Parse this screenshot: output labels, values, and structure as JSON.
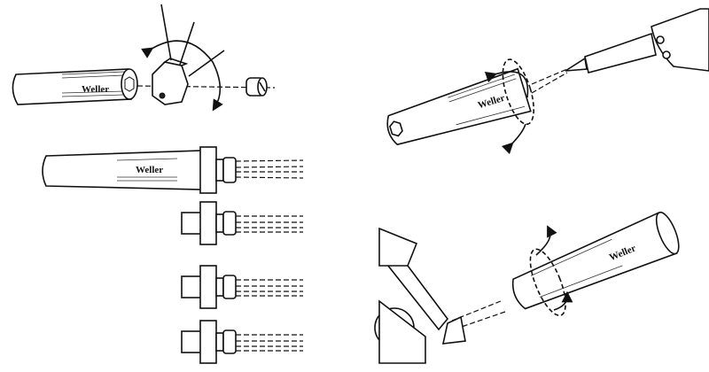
{
  "figures": [
    {
      "id": "disassembly",
      "brand": "Weller"
    },
    {
      "id": "handle-assembly-with-wires",
      "brand": "Weller"
    },
    {
      "id": "tip-removal",
      "brand": "Weller"
    },
    {
      "id": "tip-installation",
      "brand": "Weller"
    }
  ],
  "colors": {
    "ink": "#111111",
    "paper": "#ffffff"
  }
}
